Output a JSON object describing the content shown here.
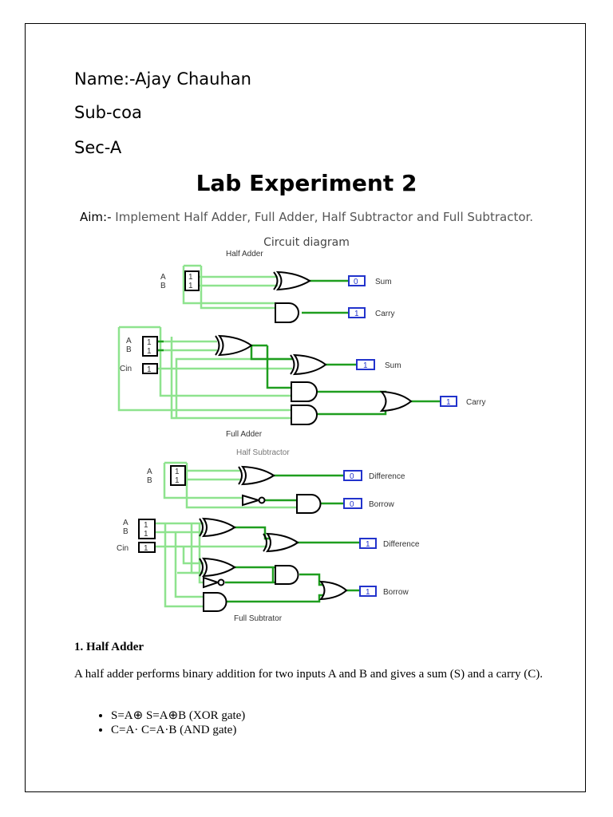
{
  "header": {
    "name": "Name:-Ajay Chauhan",
    "subject": "Sub-coa",
    "section": "Sec-A"
  },
  "title": "Lab Experiment 2",
  "aim": {
    "label": "Aim:-",
    "text": " Implement Half Adder, Full Adder, Half Subtractor and Full Subtractor."
  },
  "diagram": {
    "caption": "Circuit diagram",
    "half_adder": {
      "title": "Half Adder",
      "in_a": "A",
      "in_b": "B",
      "pin_a": "1",
      "pin_b": "1",
      "out_sum": "0",
      "out_carry": "1",
      "sum_label": "Sum",
      "carry_label": "Carry"
    },
    "full_adder": {
      "title": "Full Adder",
      "in_a": "A",
      "in_b": "B",
      "in_cin": "Cin",
      "pin": "1",
      "out_sum": "1",
      "out_carry": "1",
      "sum_label": "Sum",
      "carry_label": "Carry"
    },
    "half_subtractor": {
      "title": "Half Subtractor",
      "in_a": "A",
      "in_b": "B",
      "pin": "1",
      "out_diff": "0",
      "out_borrow": "0",
      "diff_label": "Difference",
      "borrow_label": "Borrow"
    },
    "full_subtractor": {
      "title": "Full Subtrator",
      "in_a": "A",
      "in_b": "B",
      "in_cin": "Cin",
      "pin": "1",
      "out_diff": "1",
      "out_borrow": "1",
      "diff_label": "Difference",
      "borrow_label": "Borrow"
    },
    "colors": {
      "wire_on": "#1f9e1f",
      "wire_off": "#8ee38e",
      "output_box": "#2233cc"
    }
  },
  "section1": {
    "heading": "1. Half Adder",
    "description": "A half adder performs binary addition for two inputs A and B and gives a sum (S) and a carry (C).",
    "bullets": [
      "S=A⊕ S=A⊕B (XOR gate)",
      "C=A· C=A·B (AND gate)"
    ]
  }
}
